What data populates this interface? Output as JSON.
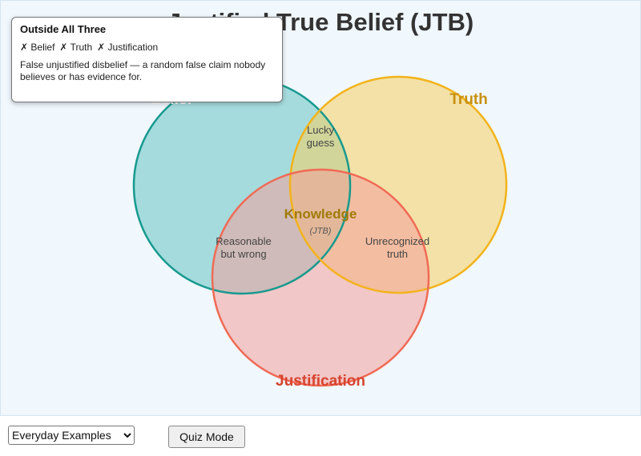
{
  "title": "Justified True Belief (JTB)",
  "circles": {
    "belief": {
      "label": "Belief",
      "fill": "#67c4c2",
      "stroke": "#169a8e"
    },
    "truth": {
      "label": "Truth",
      "fill": "#f6cf62",
      "stroke": "#f3b31a"
    },
    "justification": {
      "label": "Justification",
      "fill": "#f3a09a",
      "stroke": "#f06a55"
    }
  },
  "regions": {
    "lucky_guess": [
      "Lucky",
      "guess"
    ],
    "reasonable_wrong": [
      "Reasonable",
      "but wrong"
    ],
    "unrecognized_truth": [
      "Unrecognized",
      "truth"
    ],
    "knowledge": "Knowledge",
    "knowledge_sub": "(JTB)"
  },
  "tooltip": {
    "title": "Outside All Three",
    "marks": [
      "✗ Belief",
      "✗ Truth",
      "✗ Justification"
    ],
    "description": "False unjustified disbelief — a random false claim nobody believes or has evidence for."
  },
  "controls": {
    "mode_select": {
      "selected": "Everyday Examples",
      "options": [
        "Everyday Examples"
      ]
    },
    "quiz_button": "Quiz Mode"
  }
}
